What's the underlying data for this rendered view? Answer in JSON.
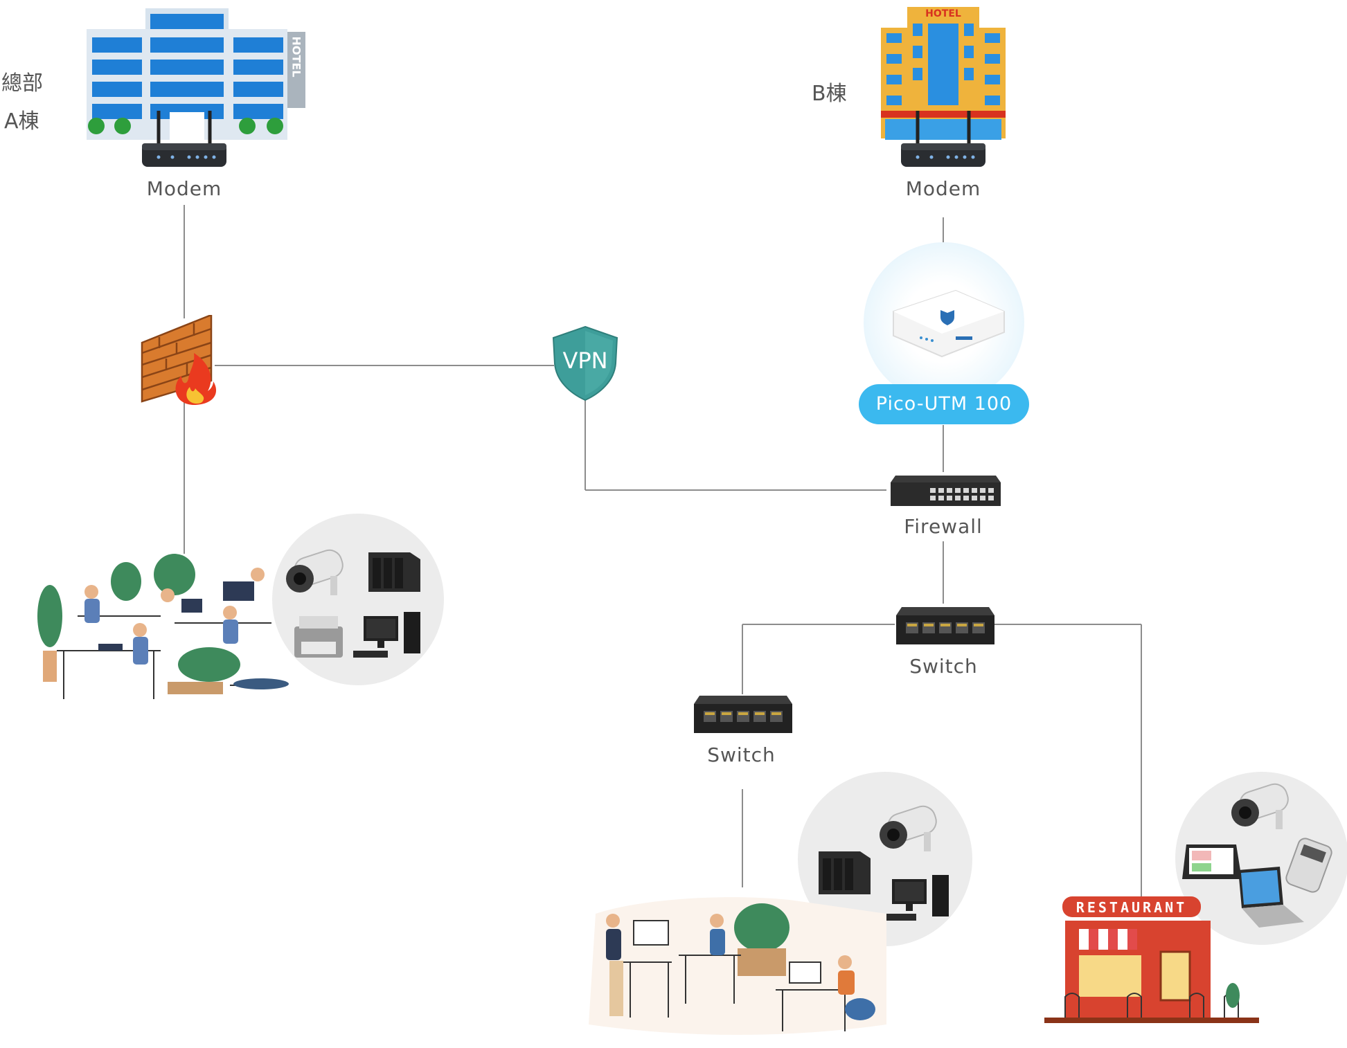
{
  "site_a": {
    "label_line1": "總部",
    "label_line2": "A棟",
    "modem_label": "Modem"
  },
  "site_b": {
    "label": "B棟",
    "modem_label": "Modem",
    "hotel_sign": "HOTEL"
  },
  "hotel_a_sign": "HOTEL",
  "vpn_label": "VPN",
  "device_pill": "Pico-UTM 100",
  "firewall_label": "Firewall",
  "switch_main_label": "Switch",
  "switch_sub_label": "Switch",
  "restaurant_sign": "RESTAURANT",
  "colors": {
    "line": "#8c8c8c",
    "pill": "#3bb9ef",
    "text": "#555555",
    "vpn": "#3e9e9a"
  }
}
